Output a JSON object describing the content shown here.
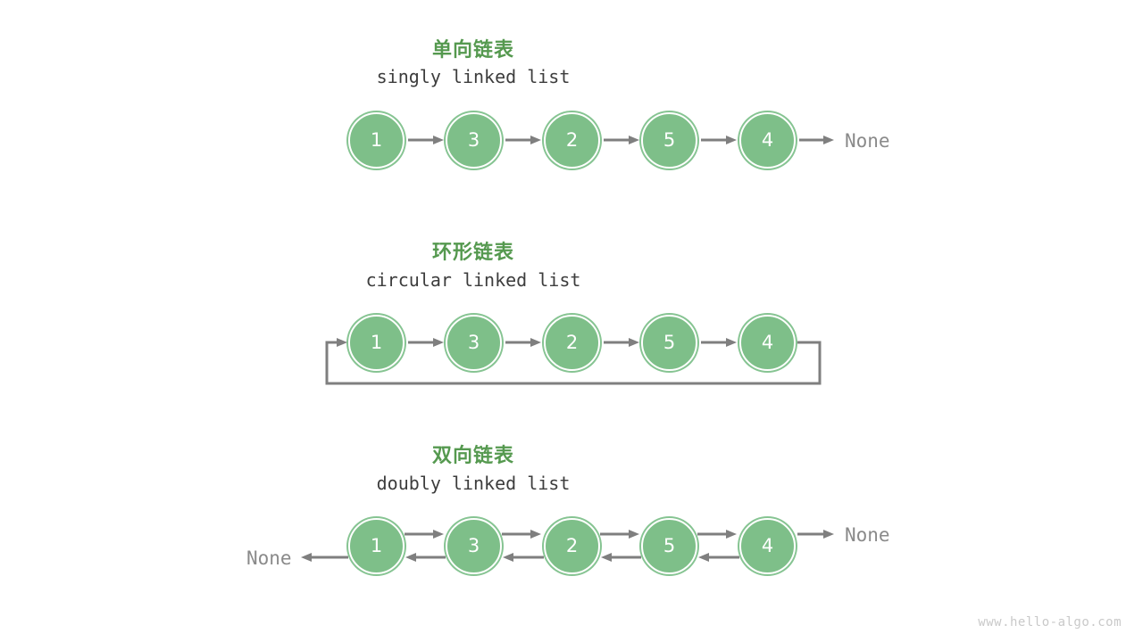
{
  "figure": {
    "watermark": "www.hello-algo.com",
    "accent_green": "#55994f",
    "node_fill": "#7ebf89",
    "node_ring": "#86c492",
    "arrow_color": "#7f7f7f",
    "none_text_color": "#8a8a8a",
    "subtitle_color": "#3d3d3d",
    "background": "#ffffff"
  },
  "sections": [
    {
      "id": "singly",
      "title": "单向链表",
      "subtitle": "singly linked list",
      "nodes": [
        "1",
        "3",
        "2",
        "5",
        "4"
      ],
      "tail_label": "None",
      "head_label": null
    },
    {
      "id": "circular",
      "title": "环形链表",
      "subtitle": "circular linked list",
      "nodes": [
        "1",
        "3",
        "2",
        "5",
        "4"
      ],
      "tail_label": null,
      "head_label": null
    },
    {
      "id": "doubly",
      "title": "双向链表",
      "subtitle": "doubly linked list",
      "nodes": [
        "1",
        "3",
        "2",
        "5",
        "4"
      ],
      "tail_label": "None",
      "head_label": "None"
    }
  ]
}
